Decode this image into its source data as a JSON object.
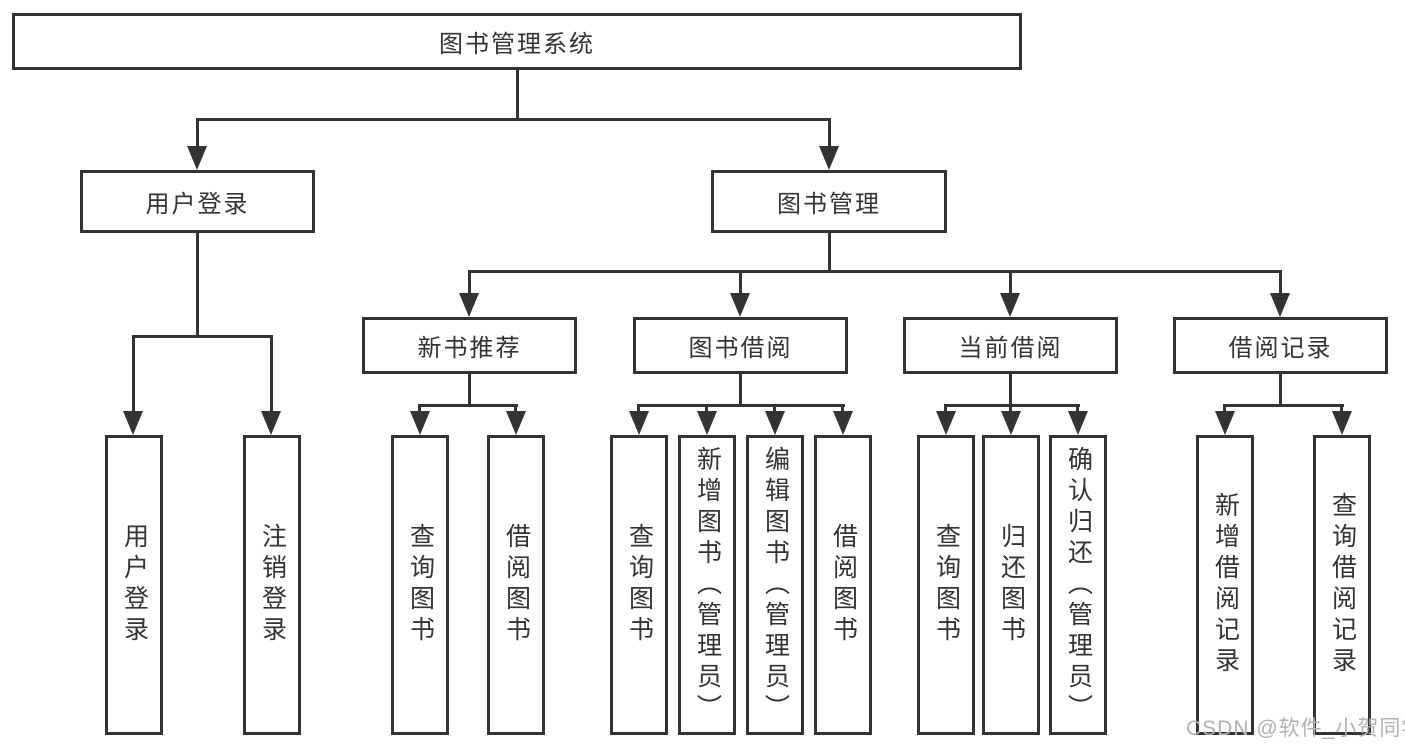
{
  "colors": {
    "line": "#333333",
    "text": "#333333",
    "watermark": "#b2b2b2",
    "background": "#ffffff"
  },
  "watermark": {
    "text": "CSDN @软件_小贺同学"
  },
  "diagram": {
    "root": {
      "label": "图书管理系统"
    },
    "level2": [
      {
        "label": "用户登录"
      },
      {
        "label": "图书管理"
      }
    ],
    "level3": [
      {
        "label": "新书推荐"
      },
      {
        "label": "图书借阅"
      },
      {
        "label": "当前借阅"
      },
      {
        "label": "借阅记录"
      }
    ],
    "leaves": {
      "user_login": [
        "用户登录",
        "注销登录"
      ],
      "new_book_recommend": [
        "查询图书",
        "借阅图书"
      ],
      "book_borrow": [
        "查询图书",
        "新增图书（管理员）",
        "编辑图书（管理员）",
        "借阅图书"
      ],
      "current_borrow": [
        "查询图书",
        "归还图书",
        "确认归还（管理员）"
      ],
      "borrow_records": [
        "新增借阅记录",
        "查询借阅记录"
      ]
    }
  }
}
